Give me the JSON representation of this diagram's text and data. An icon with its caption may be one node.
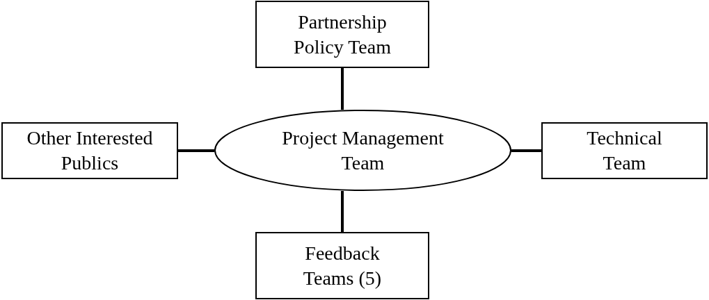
{
  "diagram": {
    "nodes": [
      {
        "text": [
          "Partnership Policy Team"
        ]
      },
      {
        "text": [
          "Other Interested Publics"
        ]
      },
      {
        "text": [
          "Project Management Team"
        ]
      },
      {
        "text": [
          "Technical Team"
        ]
      },
      {
        "text": [
          "Feedback Teams (5)"
        ]
      }
    ],
    "edges": [
      {
        "from": 2,
        "to": 0,
        "arrow": "none"
      },
      {
        "from": 2,
        "to": 1,
        "arrow": "none"
      },
      {
        "from": 2,
        "to": 3,
        "arrow": "none"
      },
      {
        "from": 2,
        "to": 4,
        "arrow": "none"
      }
    ]
  }
}
